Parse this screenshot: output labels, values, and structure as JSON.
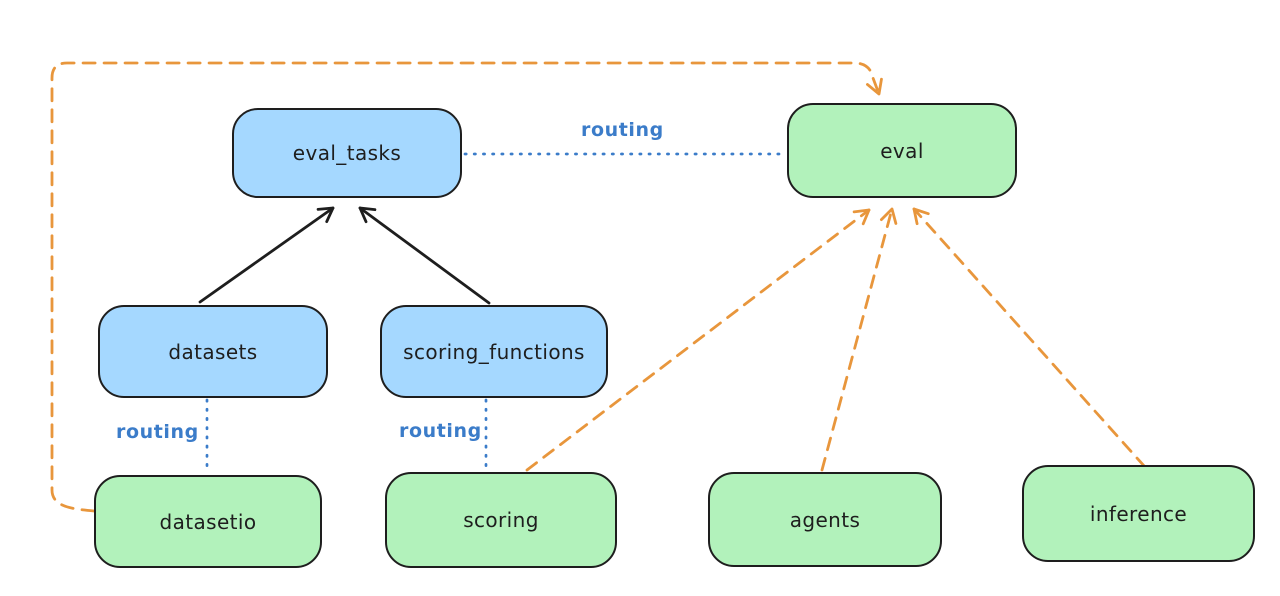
{
  "diagram": {
    "nodes": {
      "eval_tasks": {
        "label": "eval_tasks",
        "color": "blue"
      },
      "eval": {
        "label": "eval",
        "color": "green"
      },
      "datasets": {
        "label": "datasets",
        "color": "blue"
      },
      "scoring_functions": {
        "label": "scoring_functions",
        "color": "blue"
      },
      "datasetio": {
        "label": "datasetio",
        "color": "green"
      },
      "scoring": {
        "label": "scoring",
        "color": "green"
      },
      "agents": {
        "label": "agents",
        "color": "green"
      },
      "inference": {
        "label": "inference",
        "color": "green"
      }
    },
    "edge_labels": {
      "eval_tasks_to_eval": "routing",
      "datasets_to_datasetio": "routing",
      "scoring_functions_to_scoring": "routing"
    },
    "colors": {
      "blue_fill": "#a5d8ff",
      "green_fill": "#b2f2bb",
      "stroke": "#1e1e1e",
      "routing_blue": "#3b7cc9",
      "arrow_orange": "#e8963c",
      "background": "#ffffff"
    }
  }
}
